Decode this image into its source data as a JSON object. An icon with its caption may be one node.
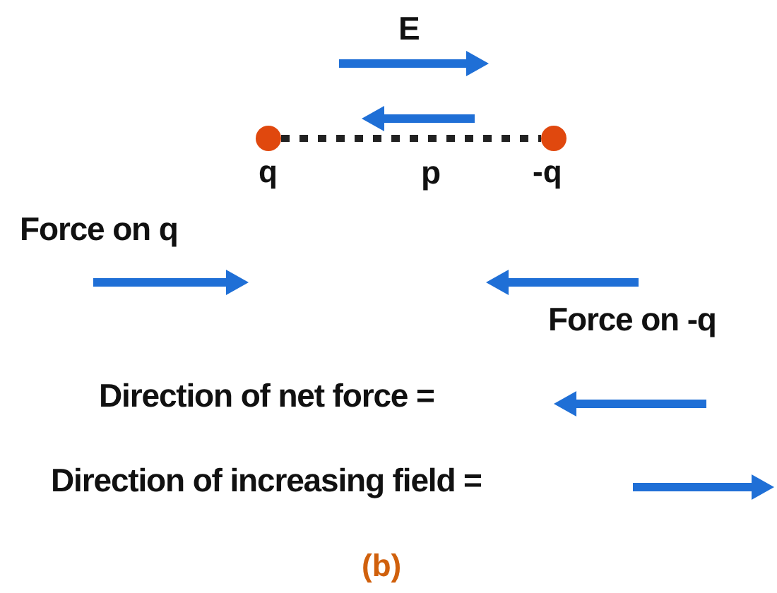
{
  "diagram": {
    "caption": "(b)",
    "nodes": [
      {
        "text": [],
        "shape": "circle",
        "beside": [
          "q"
        ]
      },
      {
        "text": [],
        "shape": "circle",
        "beside": [
          "-q"
        ]
      }
    ],
    "edges": [
      {
        "from": 0,
        "to": 1,
        "arrow": "none",
        "style": "dashed"
      }
    ],
    "labels": [
      "E",
      "p",
      "Force on q",
      "Force on -q",
      "Direction of net force =",
      "Direction of increasing field ="
    ]
  }
}
